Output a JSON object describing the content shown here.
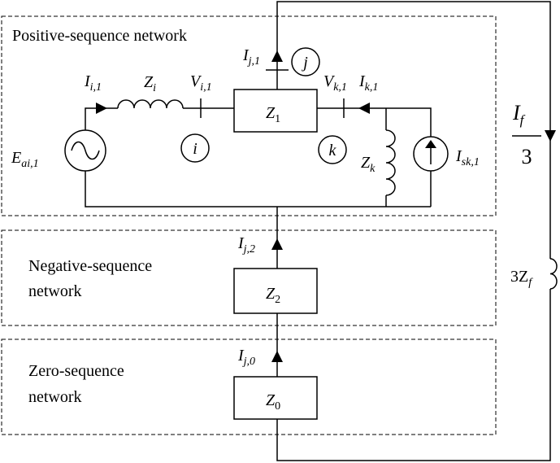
{
  "networks": {
    "positive": "Positive-sequence network",
    "negative_line1": "Negative-sequence",
    "negative_line2": "network",
    "zero_line1": "Zero-sequence",
    "zero_line2": "network"
  },
  "impedances": {
    "z1_main": "Z",
    "z1_sub": "1",
    "z2_main": "Z",
    "z2_sub": "2",
    "z0_main": "Z",
    "z0_sub": "0",
    "zi_main": "Z",
    "zi_sub": "i",
    "zk_main": "Z",
    "zk_sub": "k",
    "zf_prefix": "3Z",
    "zf_sub": "f"
  },
  "currents": {
    "ii1_main": "I",
    "ii1_sub": "i,1",
    "ij1_main": "I",
    "ij1_sub": "j,1",
    "ik1_main": "I",
    "ik1_sub": "k,1",
    "ij2_main": "I",
    "ij2_sub": "j,2",
    "ij0_main": "I",
    "ij0_sub": "j,0",
    "isk1_main": "I",
    "isk1_sub": "sk,1",
    "if_num_main": "I",
    "if_num_sub": "f",
    "if_den": "3"
  },
  "voltages": {
    "vi1_main": "V",
    "vi1_sub": "i,1",
    "vk1_main": "V",
    "vk1_sub": "k,1",
    "eai1_main": "E",
    "eai1_sub": "ai,1"
  },
  "nodes": {
    "i": "i",
    "j": "j",
    "k": "k"
  }
}
